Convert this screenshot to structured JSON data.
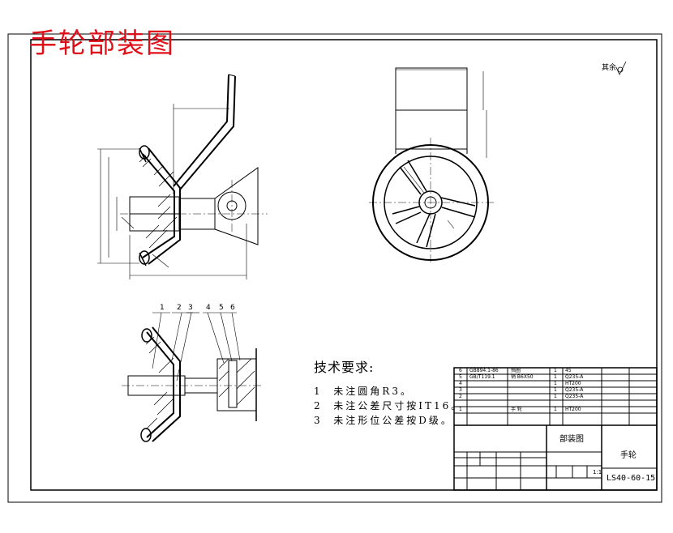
{
  "title": "手轮部装图",
  "roughness_note": "其余",
  "requirements": {
    "heading": "技术要求:",
    "items": [
      {
        "num": "1",
        "text": "未注圆角R3。"
      },
      {
        "num": "2",
        "text": "未注公差尺寸按IT16。"
      },
      {
        "num": "3",
        "text": "未注形位公差按D级。"
      }
    ]
  },
  "balloons": [
    "1",
    "2",
    "3",
    "4",
    "5",
    "6"
  ],
  "parts_list": [
    {
      "no": "6",
      "std": "GB894.1-86",
      "name": "挡圈",
      "qty": "1",
      "material": "45"
    },
    {
      "no": "5",
      "std": "GB/T119.1",
      "name": "销 B6X50",
      "qty": "1",
      "material": "Q235-A"
    },
    {
      "no": "4",
      "std": "",
      "name": "",
      "qty": "1",
      "material": "HT200"
    },
    {
      "no": "3",
      "std": "",
      "name": "",
      "qty": "1",
      "material": "Q235-A"
    },
    {
      "no": "2",
      "std": "",
      "name": "",
      "qty": "1",
      "material": "Q235-A"
    },
    {
      "no": "1",
      "std": "",
      "name": "手 轮",
      "qty": "1",
      "material": "HT200"
    }
  ],
  "title_block": {
    "drawing_type": "部装图",
    "part_name": "手轮",
    "drawing_number": "LS40-60-15",
    "scale": "1:1"
  }
}
